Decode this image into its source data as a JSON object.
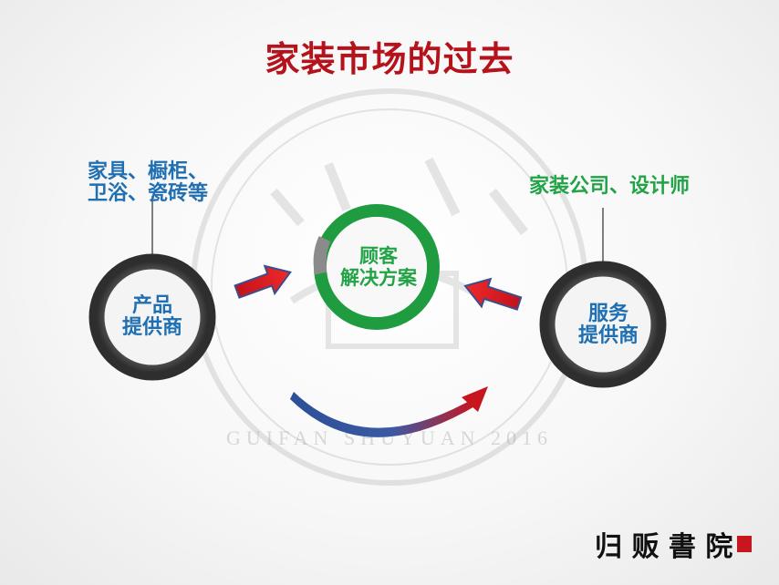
{
  "title": "家装市场的过去",
  "left": {
    "top_label_line1": "家具、橱柜、",
    "top_label_line2": "卫浴、瓷砖等",
    "circle_label_line1": "产品",
    "circle_label_line2": "提供商"
  },
  "center": {
    "label_line1": "顾客",
    "label_line2": "解决方案"
  },
  "right": {
    "top_label": "家装公司、设计师",
    "circle_label_line1": "服务",
    "circle_label_line2": "提供商"
  },
  "watermark": {
    "text": "GUIFAN SHUYUAN 2016"
  },
  "logo": {
    "text": "归 贩 書 院"
  },
  "colors": {
    "title": "#b5121b",
    "blue_text": "#1f6fb2",
    "green_text": "#21a346",
    "ring_gray": "#5a5a5a",
    "ring_green": "#1e9c3f",
    "arrow_red": "#d11a1a",
    "arrow_blue": "#2b4f9a"
  }
}
